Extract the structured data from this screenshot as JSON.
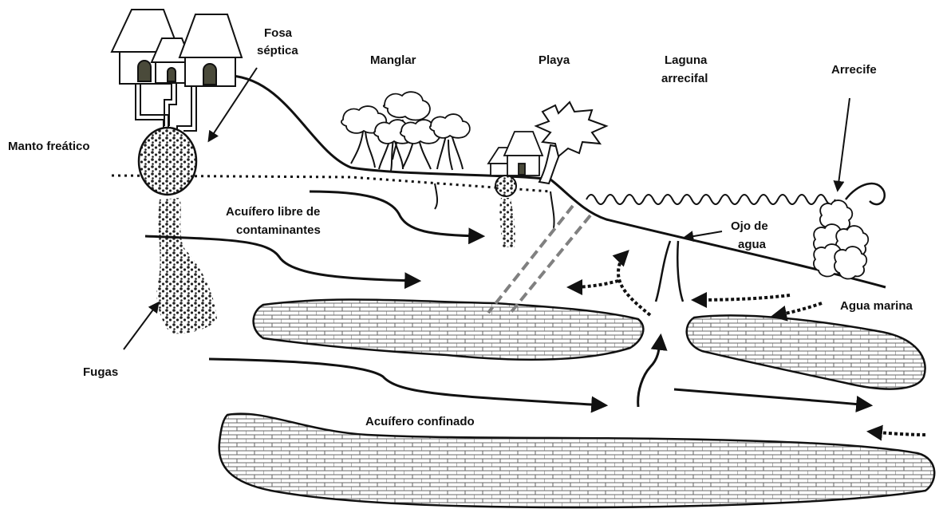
{
  "labels": {
    "fosa_septica_1": "Fosa",
    "fosa_septica_2": "séptica",
    "manglar": "Manglar",
    "playa": "Playa",
    "laguna_1": "Laguna",
    "laguna_2": "arrecifal",
    "arrecife": "Arrecife",
    "manto_freatico": "Manto freático",
    "acuifero_libre_1": "Acuífero libre de",
    "acuifero_libre_2": "contaminantes",
    "ojo_agua_1": "Ojo de",
    "ojo_agua_2": "agua",
    "agua_marina": "Agua marina",
    "fugas": "Fugas",
    "acuifero_confinado": "Acuífero confinado"
  },
  "colors": {
    "ink": "#111111",
    "limestone_fill": "#ffffff",
    "limestone_brick": "#666666",
    "dashed_fracture": "#808080",
    "mangrove_canopy_edge": "#6b8e23"
  }
}
